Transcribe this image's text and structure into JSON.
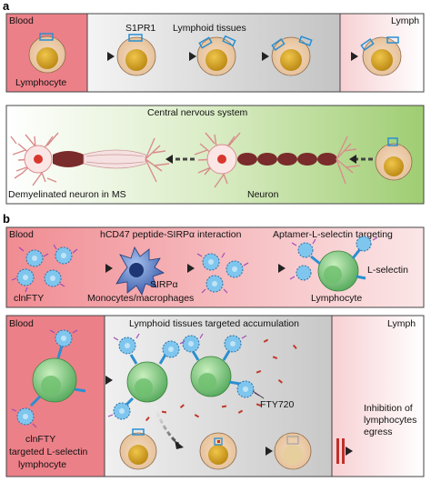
{
  "panel_a": {
    "letter": "a",
    "blood": "Blood",
    "s1pr1": "S1PR1",
    "lymphoid_tissues": "Lymphoid tissues",
    "lymph": "Lymph",
    "lymphocyte": "Lymphocyte",
    "cns": "Central nervous system",
    "demyelinated": "Demyelinated neuron in MS",
    "neuron": "Neuron"
  },
  "panel_b": {
    "letter": "b",
    "blood_top": "Blood",
    "hcd47": "hCD47 peptide-SIRPα interaction",
    "aptamer": "Aptamer-L-selectin targeting",
    "clnfty_top": "clnFTY",
    "sirpa": "SIRPα",
    "monocytes": "Monocytes/macrophages",
    "lselectin_top": "L-selectin",
    "lymphocyte_top": "Lymphocyte",
    "blood_bottom": "Blood",
    "lymphoid_targeted": "Lymphoid tissues targeted accumulation",
    "lymph_bottom": "Lymph",
    "fty720": "FTY720",
    "inhibition_1": "Inhibition of",
    "inhibition_2": "lymphocytes",
    "inhibition_3": "egress",
    "clnfty_bottom": "clnFTY",
    "targeted_lselectin": "targeted L-selectin",
    "lymphocyte_bottom": "lymphocyte"
  },
  "colors": {
    "blood_red": "#e8737a",
    "lymph_pink": "#f7d4d6",
    "cns_green": "#a7d07c",
    "cell_yellow": "#d9a21f",
    "cell_green": "#8fd08a",
    "receptor_blue": "#2a8fd1"
  }
}
